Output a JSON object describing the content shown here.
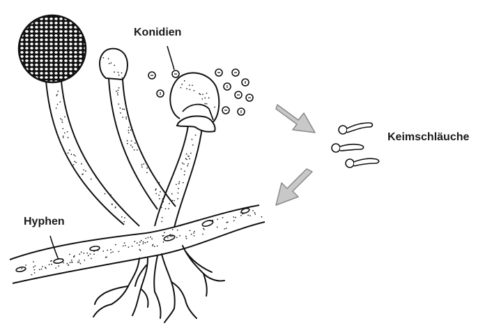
{
  "labels": {
    "konidien": "Konidien",
    "keimschlaeuche": "Keimschläuche",
    "hyphen": "Hyphen"
  },
  "colors": {
    "line": "#111111",
    "arrow_fill": "#c8c8c8",
    "arrow_stroke": "#8a8a8a",
    "background": "#ffffff"
  },
  "icons": {
    "arrow_right": "arrow-down-right-icon",
    "arrow_left": "arrow-down-left-icon"
  }
}
